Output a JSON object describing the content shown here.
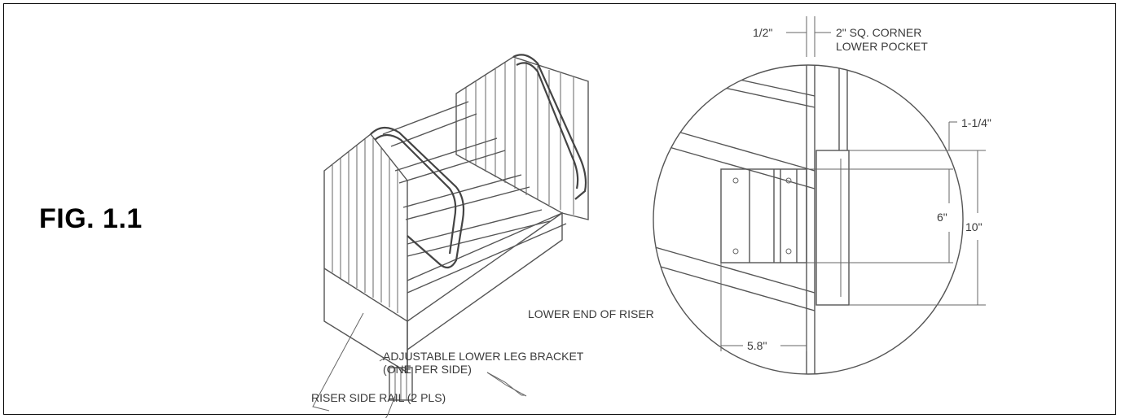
{
  "figure": {
    "label": "FIG. 1.1"
  },
  "stair_callouts": {
    "lower_end_of_riser": "LOWER END OF RISER",
    "adjustable_bracket_line1": "ADJUSTABLE LOWER LEG BRACKET",
    "adjustable_bracket_line2": "(ONE PER SIDE)",
    "riser_side_rail": "RISER SIDE RAIL (2 PLS)"
  },
  "detail_callouts": {
    "half_inch": "1/2\"",
    "corner_pocket_line1": "2\" SQ. CORNER",
    "corner_pocket_line2": "LOWER POCKET",
    "dim_1_1_4": "1-1/4\"",
    "dim_6": "6\"",
    "dim_10": "10\"",
    "dim_5_8": "5.8\""
  },
  "colors": {
    "line": "#555555",
    "text": "#3a3a3a",
    "border": "#000000"
  }
}
